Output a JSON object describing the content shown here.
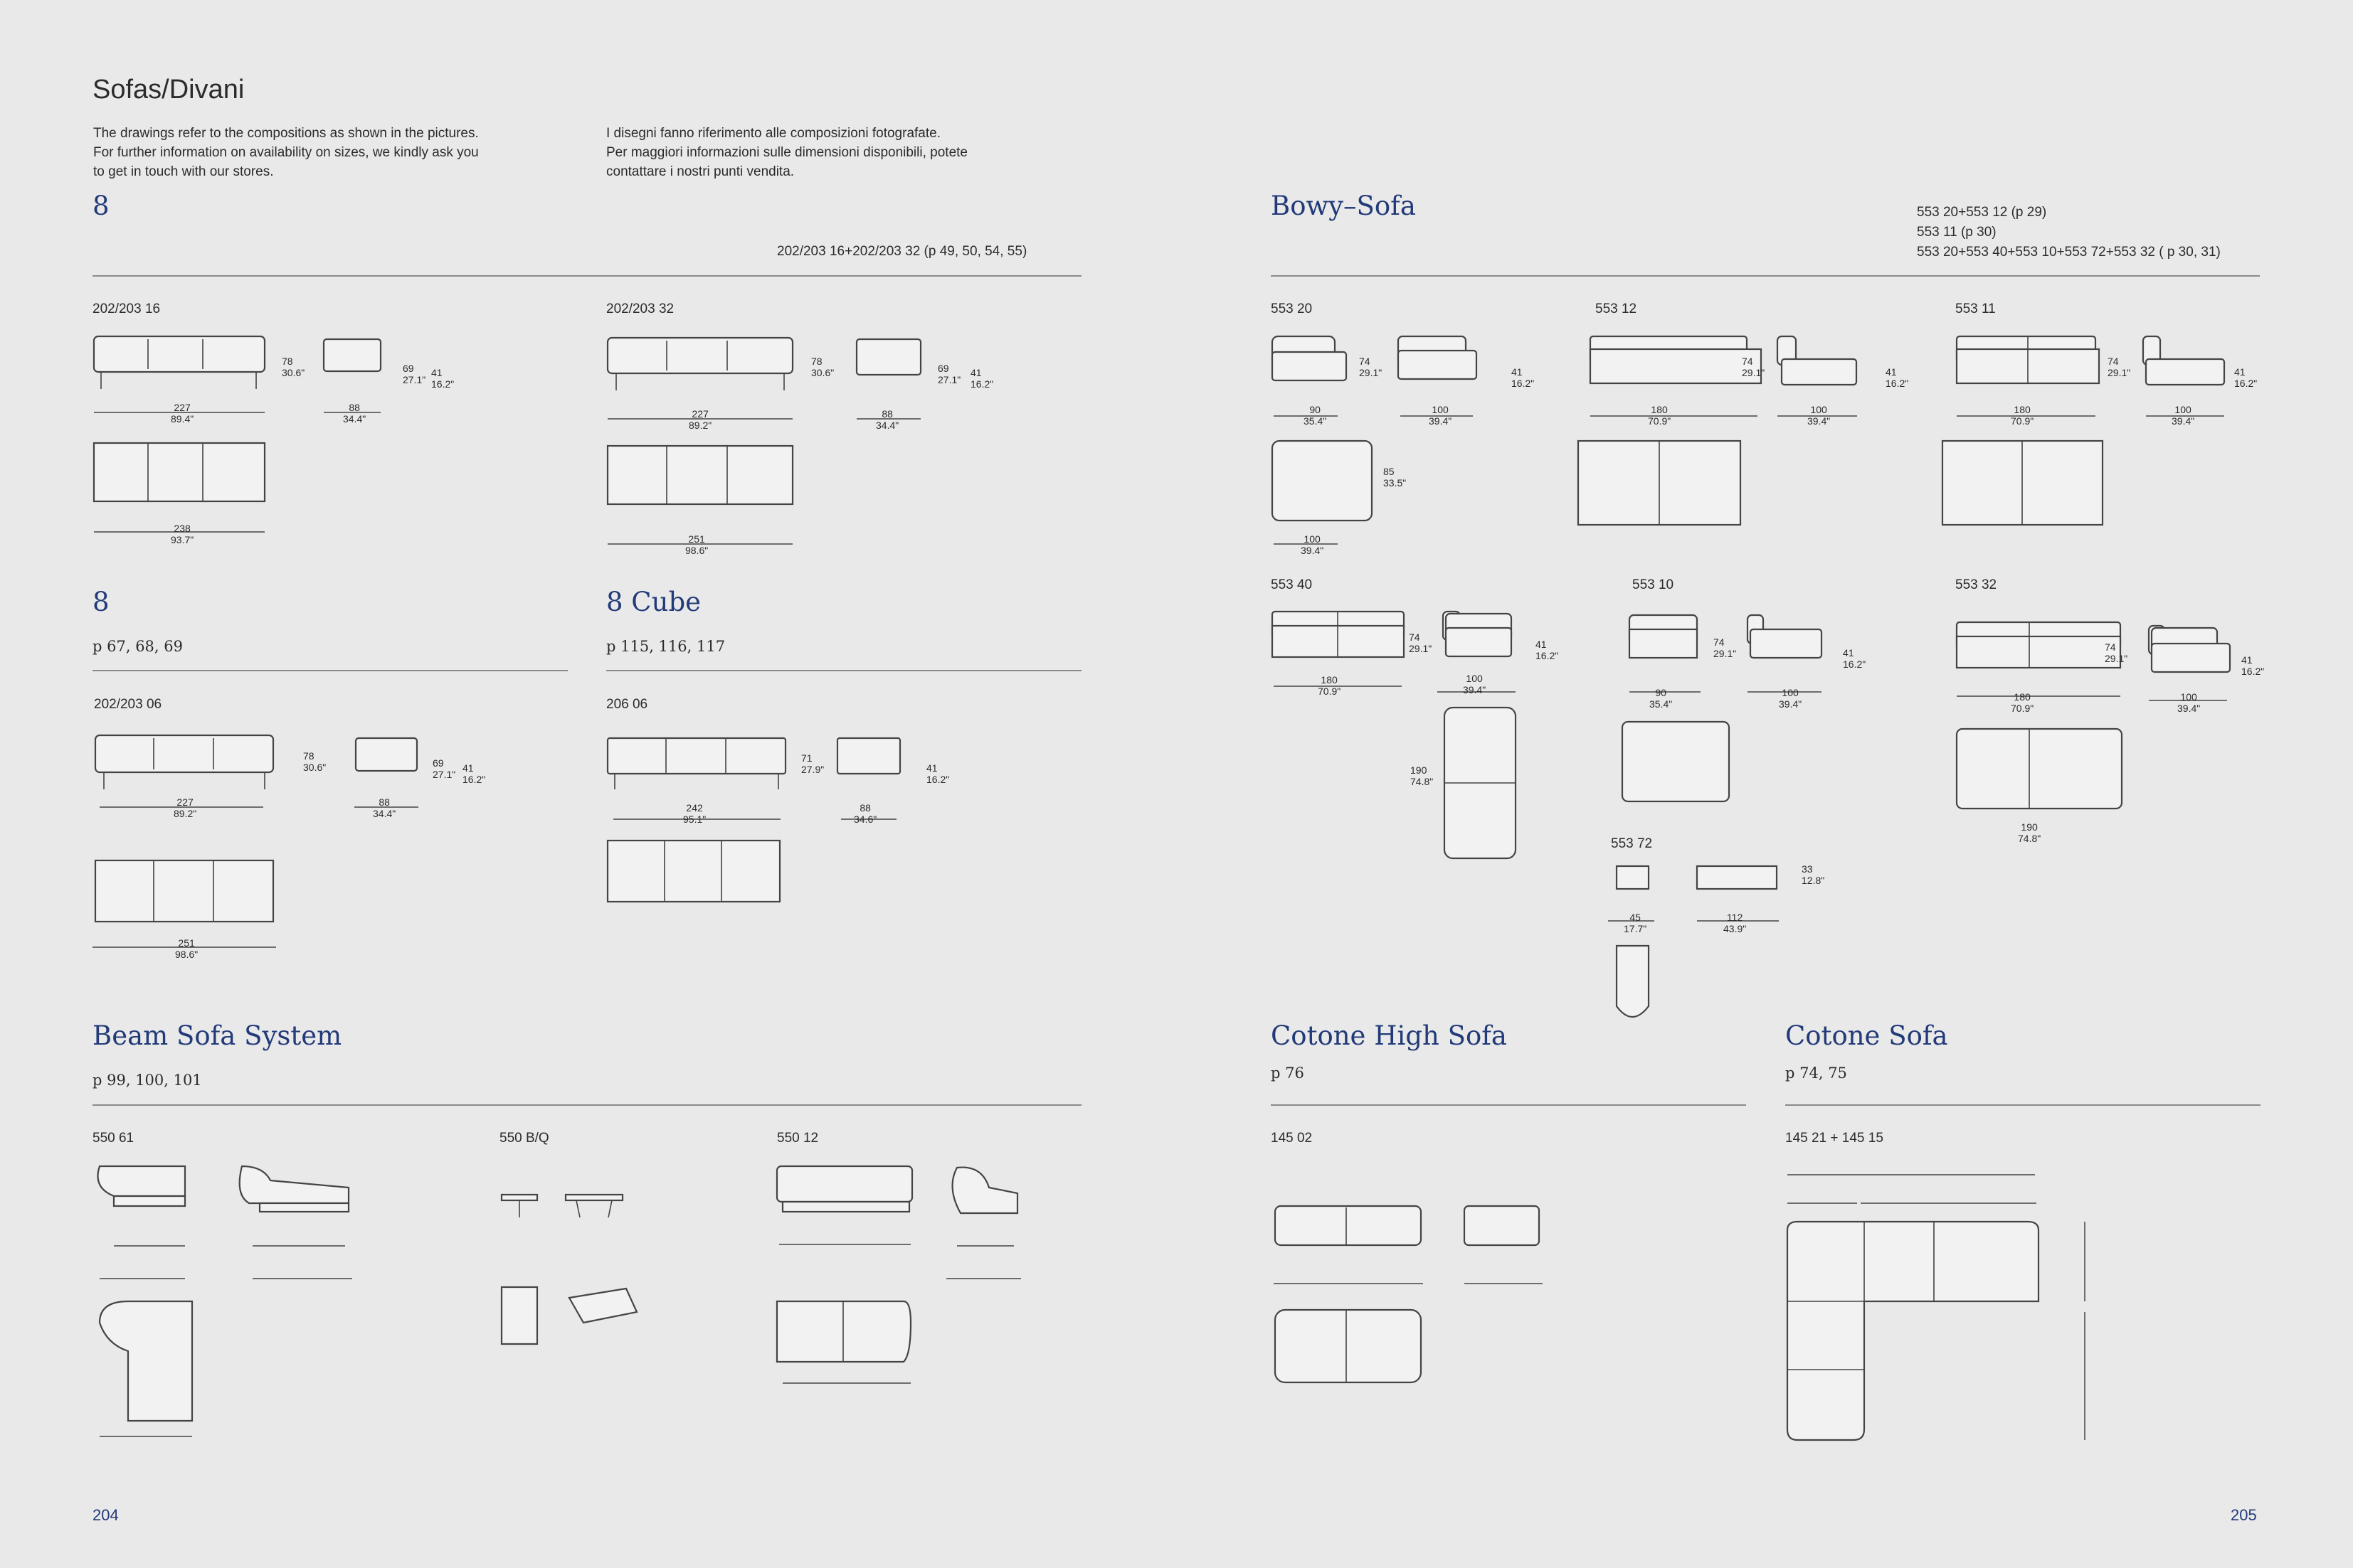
{
  "page": {
    "title": "Sofas/Divani",
    "intro_en": "The drawings refer to the compositions as shown in the pictures.\nFor further information on availability on sizes, we kindly ask you\nto get in touch with our stores.",
    "intro_it": "I disegni fanno riferimento alle composizioni fotografate.\nPer maggiori informazioni sulle dimensioni disponibili, potete\ncontattare i nostri punti vendita.",
    "page_left": "204",
    "page_right": "205"
  },
  "sections": {
    "eight_top": {
      "name": "8",
      "ref": "202/203 16+202/203 32 (p 49, 50, 54, 55)",
      "items": [
        {
          "code": "202/203 16",
          "dims": {
            "w": "227",
            "w_in": "89.4\"",
            "d": "88",
            "d_in": "34.4\"",
            "h": "78",
            "h_in": "30.6\"",
            "sh": "69",
            "sh_in": "27.1\"",
            "ah": "41",
            "ah_in": "16.2\"",
            "top_w": "238",
            "top_w_in": "93.7\""
          }
        },
        {
          "code": "202/203 32",
          "dims": {
            "w": "227",
            "w_in": "89.2\"",
            "d": "88",
            "d_in": "34.4\"",
            "h": "78",
            "h_in": "30.6\"",
            "sh": "69",
            "sh_in": "27.1\"",
            "ah": "41",
            "ah_in": "16.2\"",
            "top_w": "251",
            "top_w_in": "98.6\""
          }
        }
      ]
    },
    "eight_mid": {
      "name": "8",
      "pages": "p 67, 68, 69",
      "code": "202/203 06",
      "dims": {
        "w": "227",
        "w_in": "89.2\"",
        "d": "88",
        "d_in": "34.4\"",
        "h": "78",
        "h_in": "30.6\"",
        "sh": "69",
        "sh_in": "27.1\"",
        "ah": "41",
        "ah_in": "16.2\"",
        "top_w": "251",
        "top_w_in": "98.6\""
      }
    },
    "eight_cube": {
      "name": "8 Cube",
      "pages": "p 115, 116, 117",
      "code": "206 06",
      "dims": {
        "w": "242",
        "w_in": "95.1\"",
        "d": "88",
        "d_in": "34.6\"",
        "h": "71",
        "h_in": "27.9\"",
        "sh": "41",
        "sh_in": "16.2\""
      }
    },
    "bowy": {
      "name": "Bowy–Sofa",
      "refs": "553 20+553 12 (p 29)\n553 11 (p 30)\n553 20+553 40+553 10+553 72+553 32 ( p 30, 31)",
      "items": [
        {
          "code": "553 20",
          "a": "90",
          "a_in": "35.4\"",
          "b": "100",
          "b_in": "39.4\"",
          "h": "74",
          "h_in": "29.1\"",
          "sh": "41",
          "sh_in": "16.2\"",
          "c": "100",
          "c_in": "39.4\"",
          "d": "85",
          "d_in": "33.5\""
        },
        {
          "code": "553 12",
          "a": "180",
          "a_in": "70.9\"",
          "b": "100",
          "b_in": "39.4\"",
          "h": "74",
          "h_in": "29.1\"",
          "sh": "41",
          "sh_in": "16.2\""
        },
        {
          "code": "553 11",
          "a": "180",
          "a_in": "70.9\"",
          "b": "100",
          "b_in": "39.4\"",
          "h": "74",
          "h_in": "29.1\"",
          "sh": "41",
          "sh_in": "16.2\""
        },
        {
          "code": "553 40",
          "a": "180",
          "a_in": "70.9\"",
          "b": "100",
          "b_in": "39.4\"",
          "h": "74",
          "h_in": "29.1\"",
          "sh": "41",
          "sh_in": "16.2\"",
          "v": "190",
          "v_in": "74.8\""
        },
        {
          "code": "553 10",
          "a": "90",
          "a_in": "35.4\"",
          "b": "100",
          "b_in": "39.4\"",
          "h": "74",
          "h_in": "29.1\"",
          "sh": "41",
          "sh_in": "16.2\""
        },
        {
          "code": "553 32",
          "a": "180",
          "a_in": "70.9\"",
          "b": "100",
          "b_in": "39.4\"",
          "h": "74",
          "h_in": "29.1\"",
          "sh": "41",
          "sh_in": "16.2\"",
          "c": "190",
          "c_in": "74.8\""
        },
        {
          "code": "553 72",
          "a": "45",
          "a_in": "17.7\"",
          "b": "112",
          "b_in": "43.9\"",
          "h": "33",
          "h_in": "12.8\""
        }
      ]
    },
    "beam": {
      "name": "Beam Sofa System",
      "pages": "p 99, 100, 101",
      "items": [
        {
          "code": "550 61"
        },
        {
          "code": "550 B/Q"
        },
        {
          "code": "550 12"
        }
      ]
    },
    "cotone_high": {
      "name": "Cotone High Sofa",
      "pages": "p 76",
      "code": "145 02"
    },
    "cotone": {
      "name": "Cotone Sofa",
      "pages": "p 74, 75",
      "code": "145 21 + 145 15"
    }
  }
}
